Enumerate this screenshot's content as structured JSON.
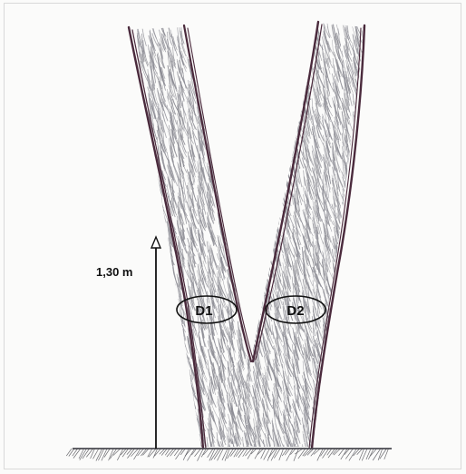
{
  "diagram": {
    "height_label": "1,30 m",
    "stem_labels": [
      "D1",
      "D2"
    ]
  },
  "colors": {
    "outline": "#4a2a3c",
    "hatch": "#8a8a92",
    "ground": "#4a4a50",
    "arrow": "#111111"
  }
}
